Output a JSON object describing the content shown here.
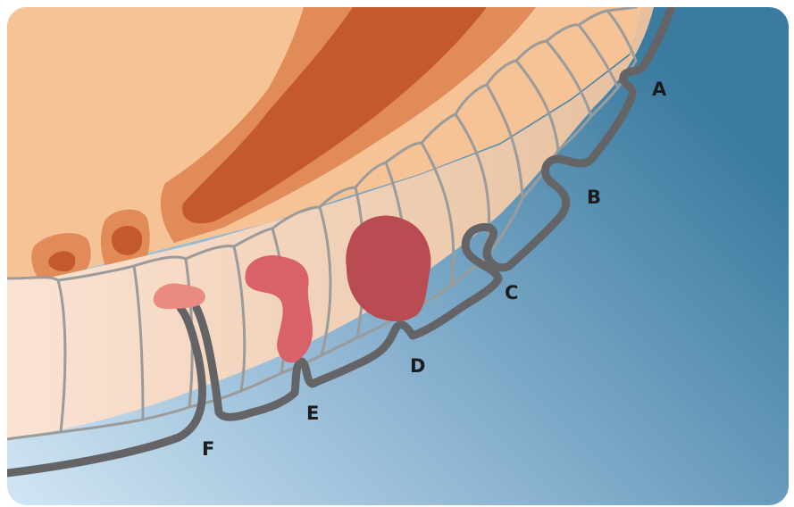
{
  "colors": {
    "background_light": "#cfe3f2",
    "background_dark": "#3a7a9e",
    "tissue_outer": "#f6c396",
    "tissue_mid": "#e08b58",
    "tissue_dark": "#c45a2c",
    "epithelium_fill": "#f3d6bd",
    "cell_outline": "#9b9b9b",
    "membrane": "#646466",
    "lesion_f": "#ea8b82",
    "lesion_e": "#d9626a",
    "lesion_d": "#b94b53"
  },
  "labels": {
    "A": "A",
    "B": "B",
    "C": "C",
    "D": "D",
    "E": "E",
    "F": "F"
  }
}
